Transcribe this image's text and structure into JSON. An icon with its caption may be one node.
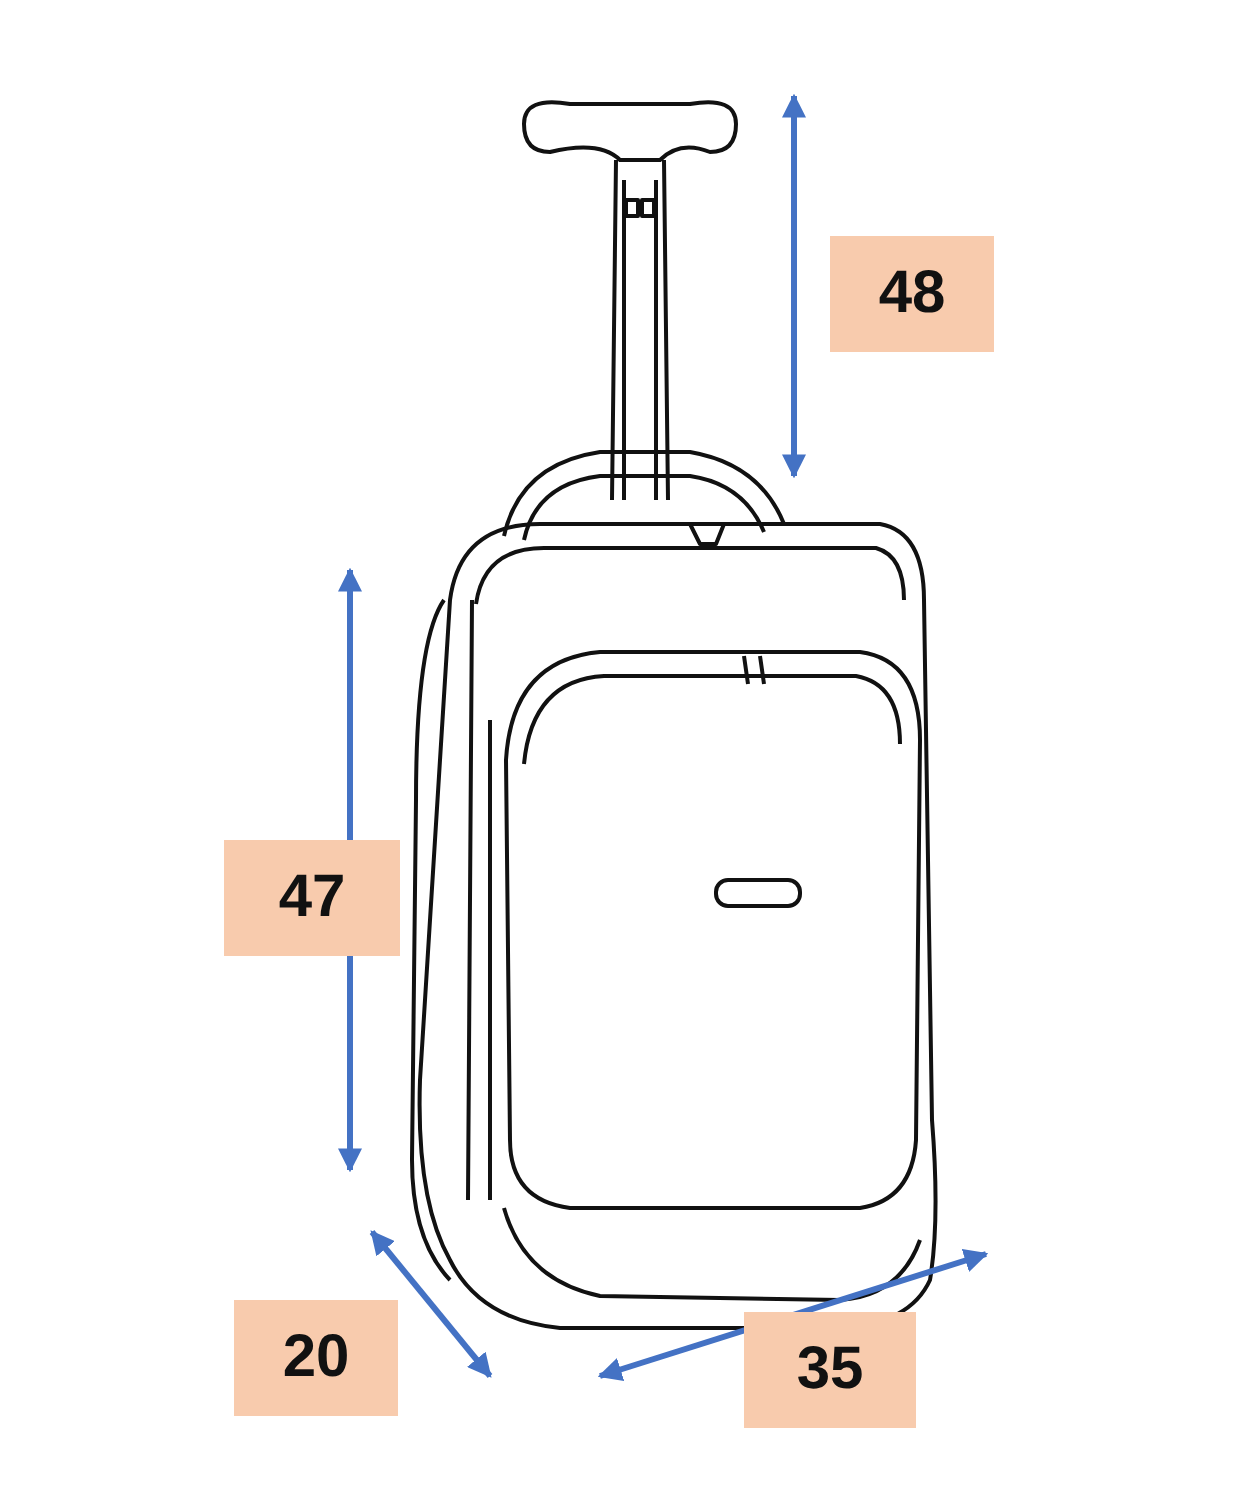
{
  "diagram": {
    "labels": [
      "48",
      "47",
      "20",
      "35"
    ]
  }
}
